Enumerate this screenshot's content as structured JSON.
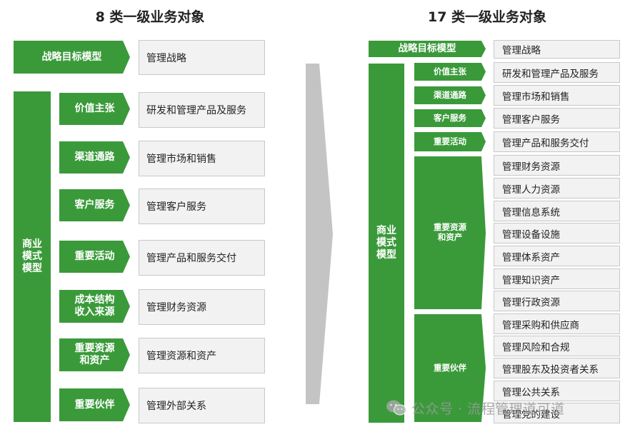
{
  "colors": {
    "green": "#3a9a3a",
    "arrow_gray": "#c4c4c4",
    "box_gray": "#f2f2f2"
  },
  "left": {
    "title": "8 类一级业务对象",
    "strategy": {
      "label": "战略目标模型",
      "value": "管理战略"
    },
    "business_model": "商业\n模式\n模型",
    "rows": [
      {
        "label": "价值主张",
        "value": "研发和管理产品及服务"
      },
      {
        "label": "渠道通路",
        "value": "管理市场和销售"
      },
      {
        "label": "客户服务",
        "value": "管理客户服务"
      },
      {
        "label": "重要活动",
        "value": "管理产品和服务交付"
      },
      {
        "label": "成本结构\n收入来源",
        "value": "管理财务资源"
      },
      {
        "label": "重要资源\n和资产",
        "value": "管理资源和资产"
      },
      {
        "label": "重要伙伴",
        "value": "管理外部关系"
      }
    ]
  },
  "right": {
    "title": "17 类一级业务对象",
    "strategy": {
      "label": "战略目标模型",
      "value": "管理战略"
    },
    "business_model": "商业\n模式\n模型",
    "groups": [
      {
        "label": "价值主张",
        "items": [
          "研发和管理产品及服务"
        ]
      },
      {
        "label": "渠道通路",
        "items": [
          "管理市场和销售"
        ]
      },
      {
        "label": "客户服务",
        "items": [
          "管理客户服务"
        ]
      },
      {
        "label": "重要活动",
        "items": [
          "管理产品和服务交付"
        ]
      },
      {
        "label": "重要资源\n和资产",
        "items": [
          "管理财务资源",
          "管理人力资源",
          "管理信息系统",
          "管理设备设施",
          "管理体系资产",
          "管理知识资产",
          "管理行政资源"
        ]
      },
      {
        "label": "重要伙伴",
        "items": [
          "管理采购和供应商",
          "管理风险和合规",
          "管理股东及投资者关系",
          "管理公共关系",
          "管理党的建设"
        ]
      }
    ]
  },
  "watermark": {
    "text": "公众号 · 流程管理道可道",
    "icon": "wechat-icon"
  }
}
